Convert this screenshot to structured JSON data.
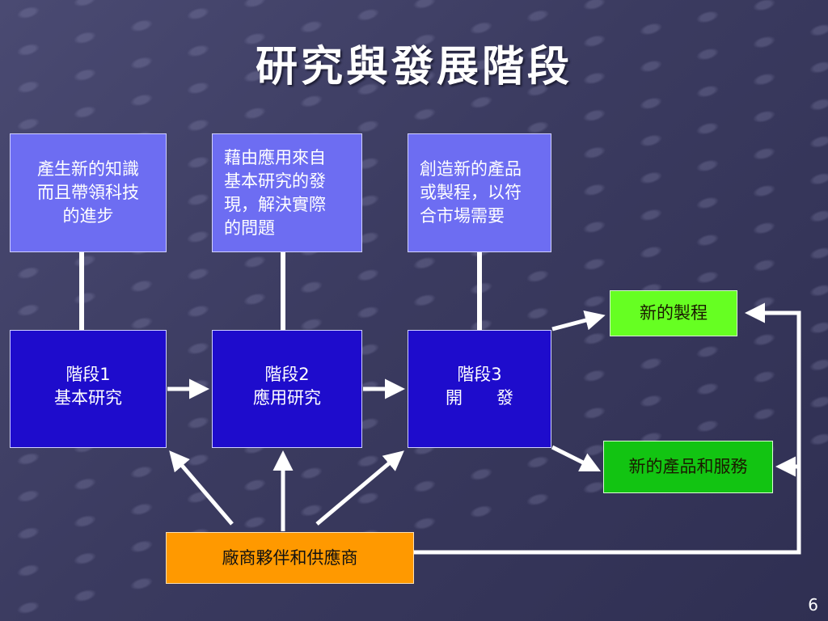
{
  "title": "研究與發展階段",
  "descriptions": [
    [
      "產生新的知識",
      "而且帶領科技",
      "的進步"
    ],
    [
      "藉由應用來自",
      "基本研究的發",
      "現，解決實際",
      "的問題"
    ],
    [
      "創造新的產品",
      "或製程，以符",
      "合市場需要"
    ]
  ],
  "stages": [
    {
      "line1": "階段1",
      "line2": "基本研究"
    },
    {
      "line1": "階段2",
      "line2": "應用研究"
    },
    {
      "line1": "階段3",
      "line2": "開　　發"
    }
  ],
  "outputs": {
    "process": "新的製程",
    "products": "新的產品和服務"
  },
  "partner": "廠商夥伴和供應商",
  "page_number": "6",
  "colors": {
    "description_box": "#6d6df2",
    "stage_box": "#1e0ccc",
    "output_process": "#66ff22",
    "output_products": "#12c412",
    "partner_box": "#ff9900",
    "arrow": "#ffffff"
  }
}
